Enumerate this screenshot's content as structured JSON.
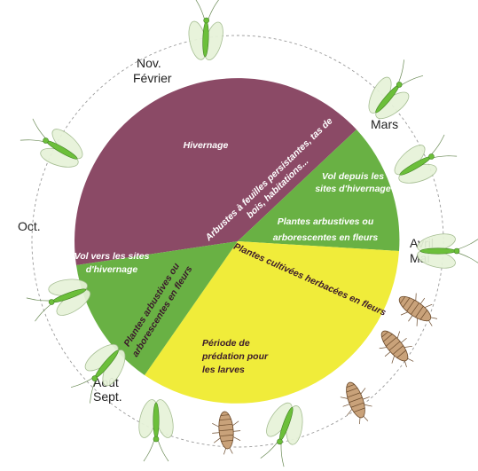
{
  "months": {
    "nov": "Nov.",
    "fevrier": "Février",
    "mars": "Mars",
    "avril": "Avril",
    "mai": "Mai",
    "oct": "Oct.",
    "aout": "Août",
    "sept": "Sept."
  },
  "segments": {
    "hivernage": "Hivernage",
    "arbustes_line1": "Arbustes à feuilles persistantes, tas de",
    "arbustes_line2": "bois, habitations...",
    "vol_depuis_line1": "Vol depuis les",
    "vol_depuis_line2": "sites d'hivernage",
    "plantes_arbo_right_line1": "Plantes arbustives ou",
    "plantes_arbo_right_line2": "arborescentes en fleurs",
    "plantes_cultivees": "Plantes cultivées herbacées en fleurs",
    "periode_line1": "Période de",
    "periode_line2": "prédation pour",
    "periode_line3": "les larves",
    "vol_vers_line1": "Vol vers les sites",
    "vol_vers_line2": "d'hivernage",
    "plantes_arbo_left_line1": "Plantes arbustives ou",
    "plantes_arbo_left_line2": "arborescentes en fleurs"
  },
  "colors": {
    "purple": "#8b4a66",
    "green": "#69b144",
    "yellow": "#f0ec3a",
    "ring": "#9a9a9a"
  },
  "icons": {
    "adult": "lacewing-adult-icon",
    "larva": "lacewing-larva-icon"
  }
}
